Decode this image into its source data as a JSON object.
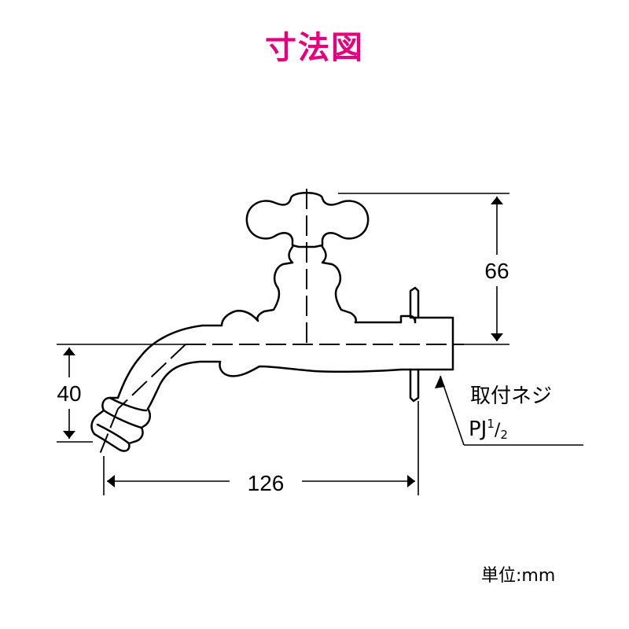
{
  "title": "寸法図",
  "title_color": "#e6007e",
  "dimensions": {
    "height_above": "66",
    "height_below": "40",
    "length": "126"
  },
  "annotation": {
    "thread_label": "取付ネジ",
    "thread_spec": "PJ",
    "thread_sup": "1",
    "thread_sub": "2"
  },
  "unit_label": "単位:mm"
}
